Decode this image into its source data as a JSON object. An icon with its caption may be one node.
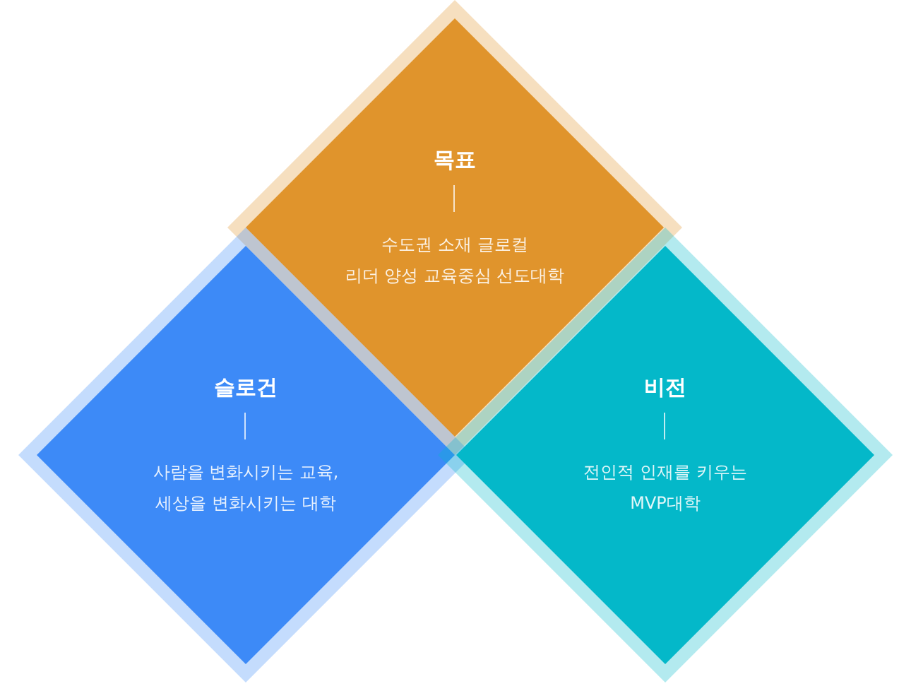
{
  "diagram": {
    "nodes": [
      {
        "text": [
          "목표",
          "수도권 소재 글로컬 리더 양성 교육중심 선도대학"
        ]
      },
      {
        "text": [
          "슬로건",
          "사람을 변화시키는 교육, 세상을 변화시키는 대학"
        ]
      },
      {
        "text": [
          "비전",
          "전인적 인재를 키우는 MVP대학"
        ]
      }
    ]
  }
}
